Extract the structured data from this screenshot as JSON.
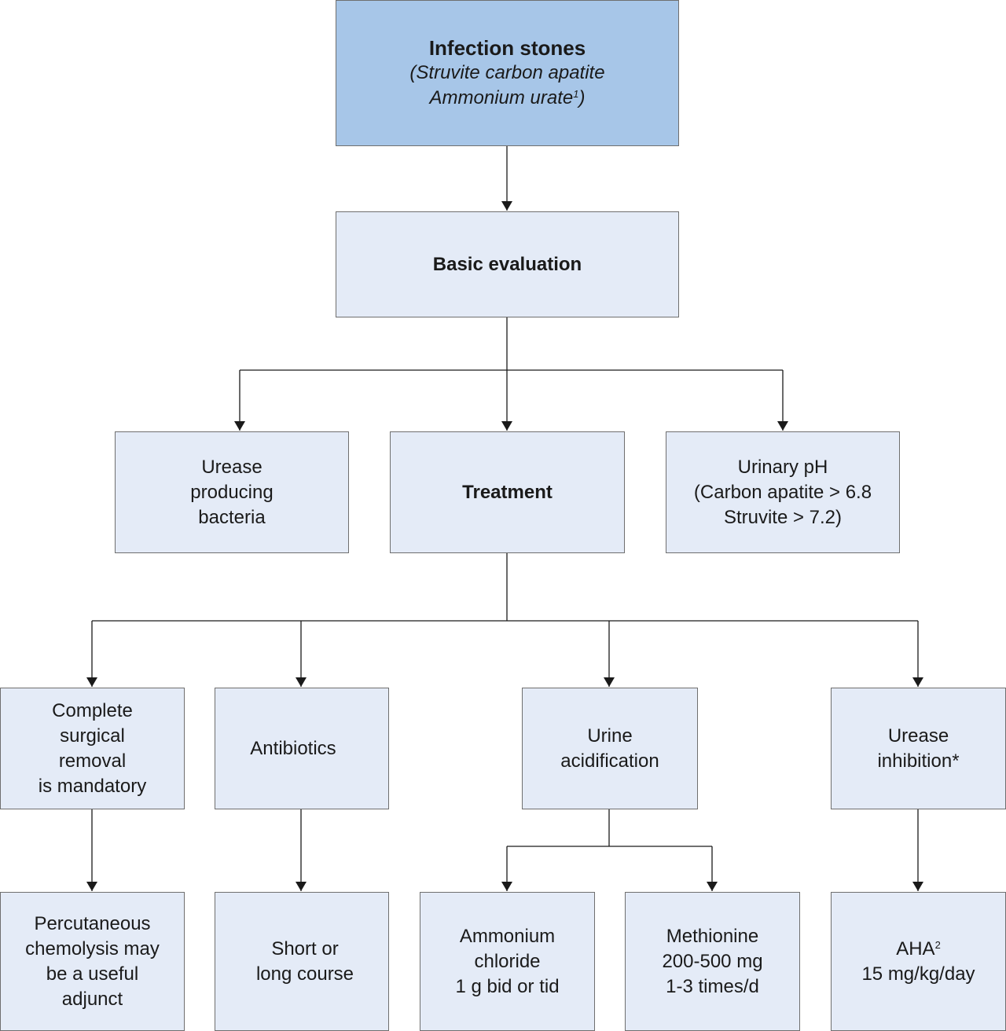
{
  "nodes": {
    "infection_stones": {
      "title": "Infection stones",
      "line1": "(Struvite carbon apatite",
      "line2": "Ammonium urate",
      "line2_sup": "1",
      "line2_end": ")"
    },
    "basic_evaluation": {
      "label": "Basic evaluation"
    },
    "urease_bacteria": {
      "lines": [
        "Urease",
        "producing",
        "bacteria"
      ]
    },
    "treatment": {
      "label": "Treatment"
    },
    "urinary_ph": {
      "lines": [
        "Urinary pH",
        "(Carbon apatite > 6.8",
        "Struvite > 7.2)"
      ]
    },
    "surgical_removal": {
      "lines": [
        "Complete",
        "surgical",
        "removal",
        "is mandatory"
      ]
    },
    "antibiotics": {
      "label": "Antibiotics"
    },
    "urine_acidification": {
      "lines": [
        "Urine",
        "acidification"
      ]
    },
    "urease_inhibition": {
      "lines": [
        "Urease",
        "inhibition*"
      ]
    },
    "chemolysis": {
      "lines": [
        "Percutaneous",
        "chemolysis may",
        "be a useful",
        "adjunct"
      ]
    },
    "course": {
      "lines": [
        "Short or",
        "long course"
      ]
    },
    "ammonium_chloride": {
      "lines": [
        "Ammonium",
        "chloride",
        "1 g bid or tid"
      ]
    },
    "methionine": {
      "lines": [
        "Methionine",
        "200-500 mg",
        "1-3 times/d"
      ]
    },
    "aha": {
      "label": "AHA",
      "label_sup": "2",
      "dose": "15 mg/kg/day"
    }
  },
  "colors": {
    "top_box": "#a7c6e8",
    "box": "#e4ebf7",
    "line": "#1a1a1a"
  }
}
